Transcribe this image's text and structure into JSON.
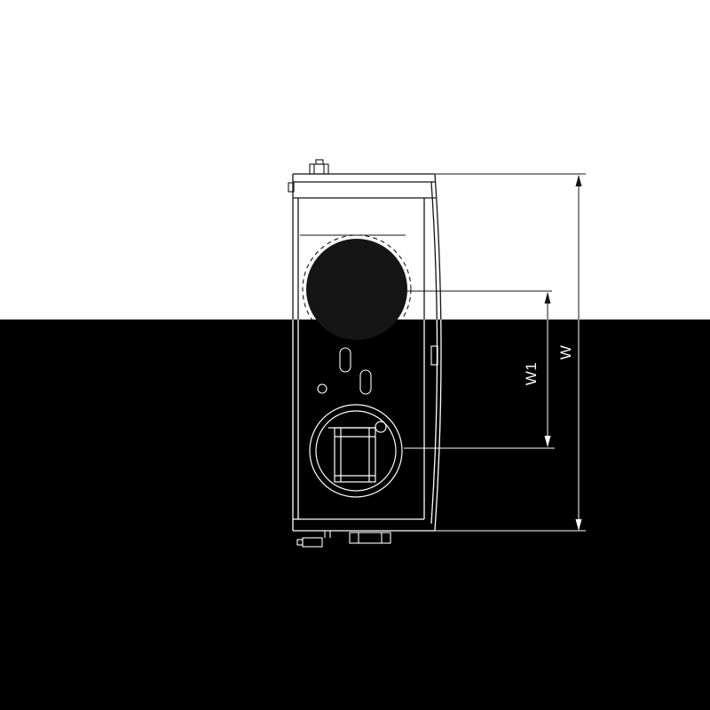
{
  "drawing": {
    "kind": "technical-side-view",
    "dimensions": {
      "w_label": "W",
      "w1_label": "W1"
    },
    "colors": {
      "background_top": "#ffffff",
      "background_bottom": "#000000",
      "ink_dark": "#151515",
      "ink_light": "#ffffff"
    }
  }
}
